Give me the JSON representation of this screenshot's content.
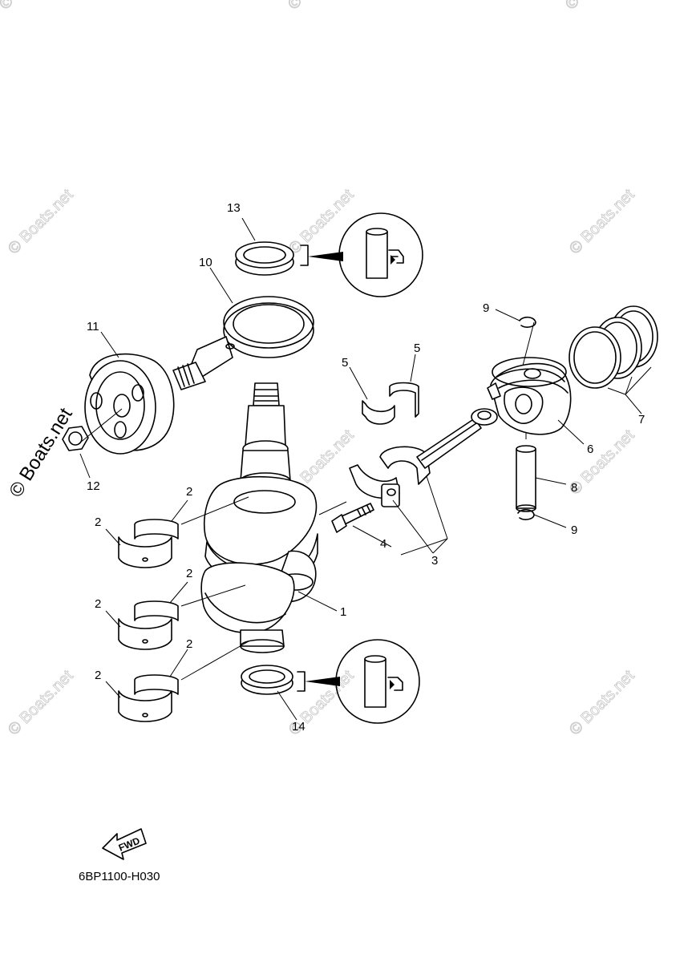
{
  "watermark": {
    "text": "© Boats.net",
    "copyright_symbol": "©"
  },
  "diagram_code": "6BP1100-H030",
  "fwd_label": "FWD",
  "callouts": {
    "c1": "1",
    "c2a": "2",
    "c2b": "2",
    "c2c": "2",
    "c2d": "2",
    "c2e": "2",
    "c2f": "2",
    "c3": "3",
    "c4": "4",
    "c5a": "5",
    "c5b": "5",
    "c6": "6",
    "c7": "7",
    "c8": "8",
    "c9a": "9",
    "c9b": "9",
    "c10": "10",
    "c11": "11",
    "c12": "12",
    "c13": "13",
    "c14": "14"
  }
}
